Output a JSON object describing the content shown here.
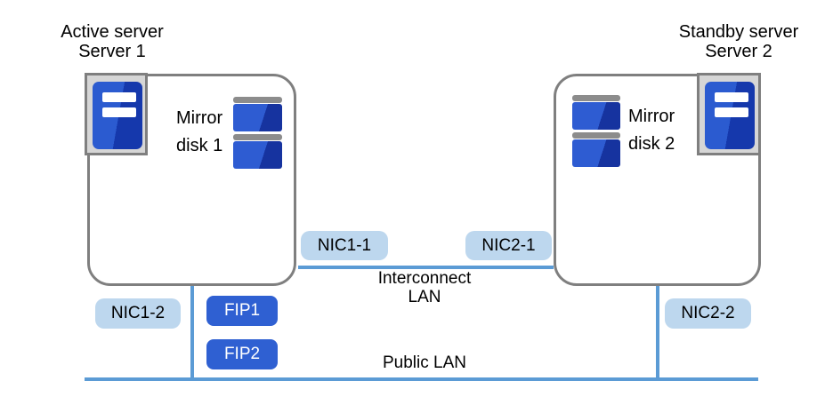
{
  "titles": {
    "left": {
      "line1": "Active server",
      "line2": "Server 1"
    },
    "right": {
      "line1": "Standby server",
      "line2": "Server 2"
    }
  },
  "mirror": {
    "left": {
      "line1": "Mirror",
      "line2": "disk 1"
    },
    "right": {
      "line1": "Mirror",
      "line2": "disk 2"
    }
  },
  "badges": {
    "nic1_1": "NIC1-1",
    "nic2_1": "NIC2-1",
    "nic1_2": "NIC1-2",
    "nic2_2": "NIC2-2",
    "fip1": "FIP1",
    "fip2": "FIP2"
  },
  "networks": {
    "interconnect": {
      "line1": "Interconnect",
      "line2": "LAN"
    },
    "public": "Public LAN"
  },
  "icons": {
    "server_icon": "server-tower-icon",
    "mirror_disk_icon": "stacked-disk-icon"
  },
  "colors": {
    "line_blue": "#5B9BD5",
    "nic_badge_blue": "#BDD7EE",
    "fip_badge_blue": "#2F60D2",
    "border_gray": "#7F7F7F",
    "icon_frame_gray": "#D6D6D6",
    "icon_blue_light": "#2B5BD0",
    "icon_blue_dark": "#16339F",
    "disk_cap_gray": "#8C8C8C"
  }
}
